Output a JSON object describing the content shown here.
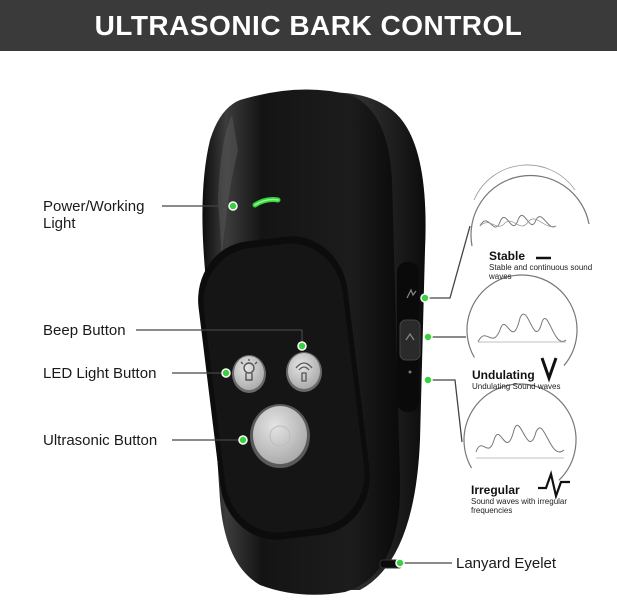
{
  "title": "ULTRASONIC BARK CONTROL",
  "callouts": {
    "power_light": "Power/Working Light",
    "beep_button": "Beep Button",
    "led_light_button": "LED Light Button",
    "ultrasonic_button": "Ultrasonic Button",
    "lanyard_eyelet": "Lanyard Eyelet"
  },
  "waves": [
    {
      "name": "Stable",
      "description": "Stable and continuous sound waves"
    },
    {
      "name": "Undulating",
      "description": "Undulating Sound waves"
    },
    {
      "name": "Irregular",
      "description": "Sound waves with irregular frequencies"
    }
  ],
  "colors": {
    "indicator_green": "#39d13f",
    "device_body": "#141414",
    "title_bar": "#3a3a3a"
  }
}
